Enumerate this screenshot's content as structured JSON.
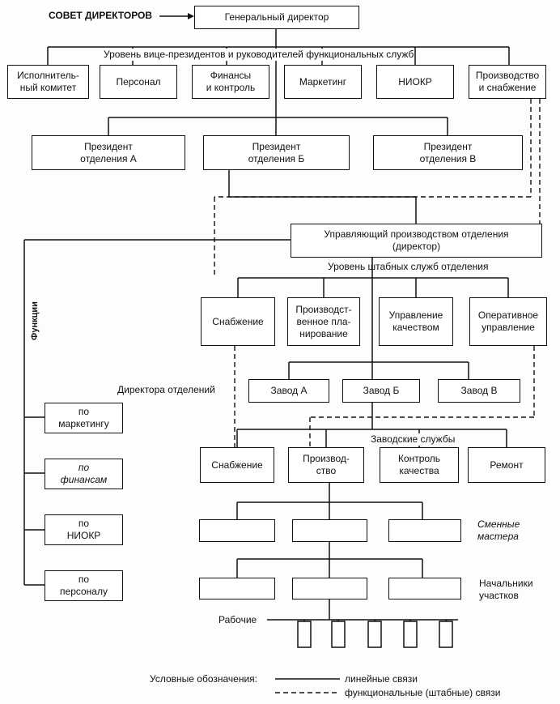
{
  "board": "СОВЕТ ДИРЕКТОРОВ",
  "ceo": "Генеральный директор",
  "vp_level": "Уровень вице-президентов и руководителей функциональных служб",
  "top_services": [
    "Исполнитель-\nный комитет",
    "Персонал",
    "Финансы\nи контроль",
    "Маркетинг",
    "НИОКР",
    "Производство\nи снабжение"
  ],
  "presidents": [
    "Президент\nотделения А",
    "Президент\nотделения Б",
    "Президент\nотделения В"
  ],
  "division_manager": "Управляющий производством отделения\n(директор)",
  "staff_level": "Уровень штабных служб отделения",
  "functions_label": "Функции",
  "division_services": [
    "Снабжение",
    "Производст-\nвенное пла-\nнирование",
    "Управление\nкачеством",
    "Оперативное\nуправление"
  ],
  "division_directors": "Директора отделений",
  "plants": [
    "Завод А",
    "Завод Б",
    "Завод В"
  ],
  "plant_services_label": "Заводские службы",
  "plant_services": [
    "Снабжение",
    "Производ-\nство",
    "Контроль\nкачества",
    "Ремонт"
  ],
  "shift_masters": "Сменные\nмастера",
  "section_heads": "Начальники\nучастков",
  "workers": "Рабочие",
  "functions": [
    "по\nмаркетингу",
    "по\nфинансам",
    "по\nНИОКР",
    "по\nперсоналу"
  ],
  "legend": {
    "title": "Условные обозначения:",
    "solid": "линейные связи",
    "dashed": "функциональные (штабные) связи"
  }
}
